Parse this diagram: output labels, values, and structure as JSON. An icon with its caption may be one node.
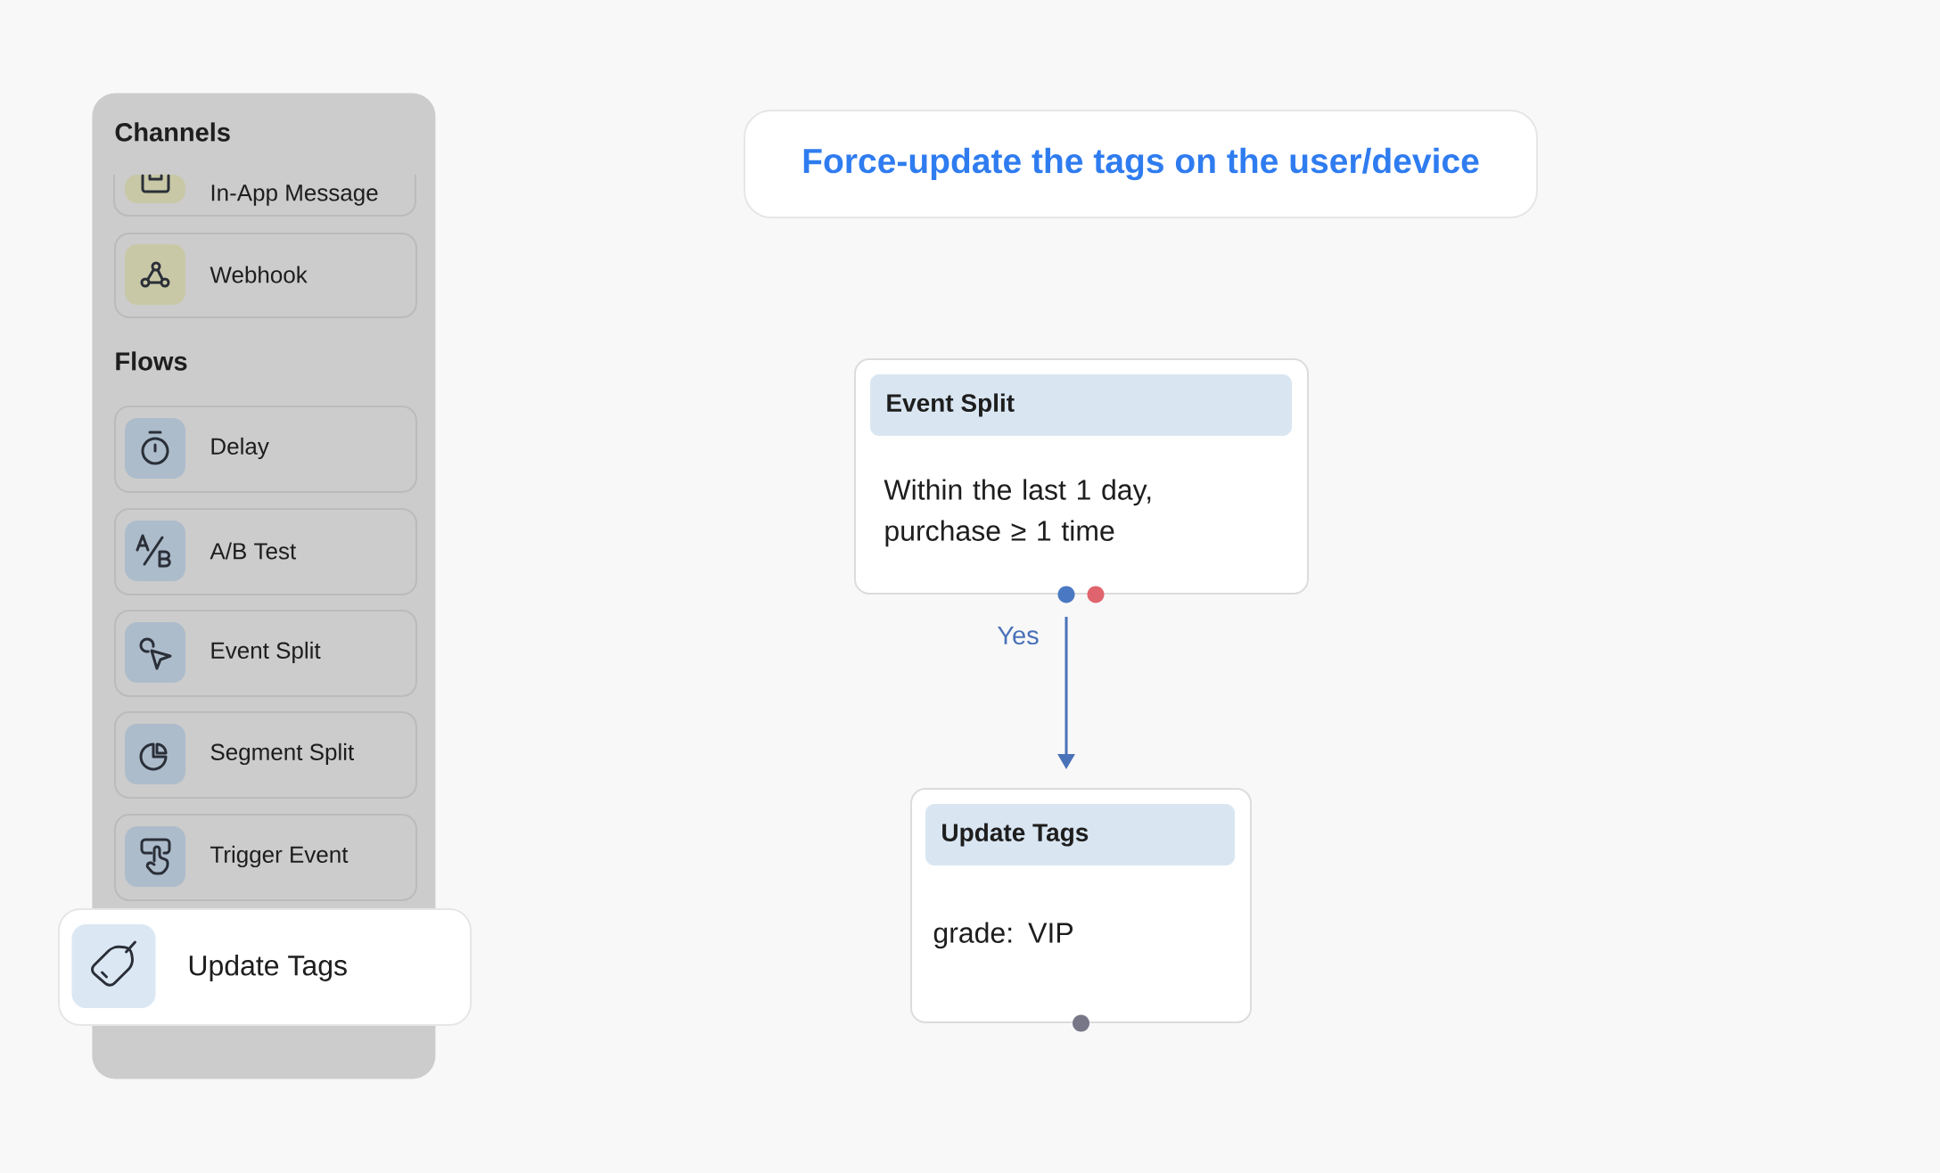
{
  "diagram": {
    "title": "Force-update the tags on the user/device",
    "nodes": [
      {
        "text": [
          "Channels",
          "Flows"
        ]
      },
      {
        "text": [
          "In-App Message"
        ],
        "in": 0
      },
      {
        "text": [
          "Webhook"
        ],
        "in": 0
      },
      {
        "text": [
          "Delay"
        ],
        "in": 0
      },
      {
        "text": [
          "A/B Test"
        ],
        "in": 0
      },
      {
        "text": [
          "Event Split"
        ],
        "in": 0
      },
      {
        "text": [
          "Segment Split"
        ],
        "in": 0
      },
      {
        "text": [
          "Trigger Event"
        ],
        "in": 0
      },
      {
        "text": [
          "Update Tags"
        ]
      },
      {
        "text": [
          "Event Split",
          "Within the last 1 day, purchase ≥ 1 time"
        ]
      },
      {
        "text": [
          "Update Tags",
          "grade: VIP"
        ]
      }
    ],
    "edges": [
      {
        "from": 9,
        "to": 10,
        "arrow": "to",
        "label": "Yes"
      }
    ]
  }
}
